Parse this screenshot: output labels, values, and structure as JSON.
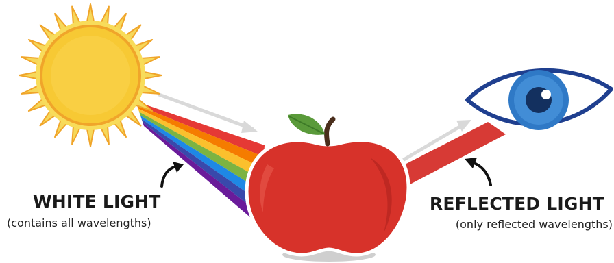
{
  "labels": {
    "white_light_title": "WHITE LIGHT",
    "white_light_subtitle": "(contains all wavelengths)",
    "reflected_light_title": "REFLECTED LIGHT",
    "reflected_light_subtitle": "(only reflected wavelengths)"
  },
  "colors": {
    "sun_core": "#f7c934",
    "sun_rays": "#f6d85a",
    "sun_outline": "#f0a52a",
    "apple_red": "#d7322a",
    "apple_dark": "#b4241f",
    "leaf_green": "#5a9a3a",
    "stem_brown": "#4a2e1c",
    "iris_blue": "#2f79c6",
    "reflected_beam": "#d73a35",
    "arrow_gray": "#d9d9d9"
  },
  "spectrum": [
    "#e53935",
    "#f57c00",
    "#fbc02d",
    "#7cb342",
    "#1e88e5",
    "#3949ab",
    "#6a1b9a"
  ],
  "icons": [
    "sun-icon",
    "apple-icon",
    "eye-icon",
    "curved-arrow-icon",
    "direction-arrow-icon"
  ]
}
